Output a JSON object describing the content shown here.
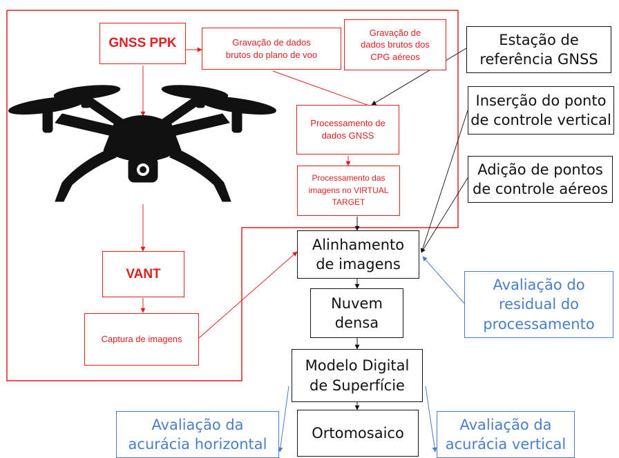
{
  "nodes": {
    "gnss_ppk": "GNSS PPK",
    "gravacao_plano": "Gravação de dados\nbrutos do plano de voo",
    "gravacao_cpg": "Gravação de\ndados brutos dos\nCPG aéreos",
    "estacao": "Estação de\nreferência GNSS",
    "insercao": "Inserção do ponto\nde controle vertical",
    "adicao": "Adição de pontos\nde controle aéreos",
    "processamento_gnss": "Processamento de\ndados GNSS",
    "processamento_imagens": "Processamento das\nimagens no VIRTUAL\nTARGET",
    "alinhamento": "Alinhamento\nde imagens",
    "vant": "VANT",
    "captura": "Captura de imagens",
    "avaliacao_residual": "Avaliação do\nresidual do\nprocessamento",
    "nuvem": "Nuvem\ndensa",
    "mds": "Modelo Digital\nde Superfície",
    "avaliacao_horizontal": "Avaliação da\nacurácia horizontal",
    "ortomosaico": "Ortomosaico",
    "avaliacao_vertical": "Avaliação da\nacurácia vertical"
  },
  "colors": {
    "red": "#e02020",
    "black": "#111111",
    "blue": "#4a7ec8"
  },
  "icons": [
    "drone-icon"
  ]
}
